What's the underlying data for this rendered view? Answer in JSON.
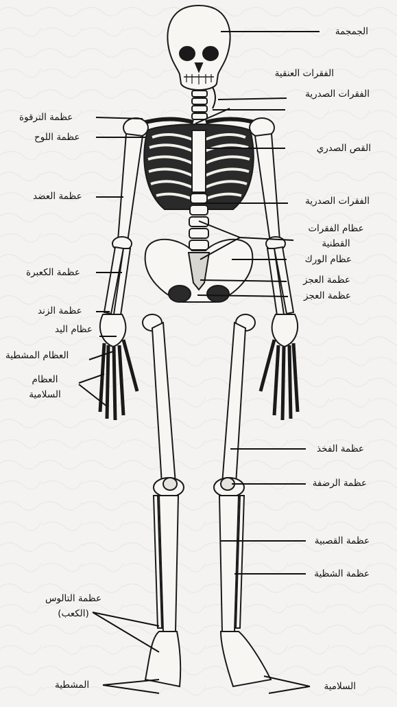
{
  "labels": {
    "skull": "الجمجمة",
    "cervical_vertebrae": "الفقرات العنقية",
    "thoracic_vertebrae_top": "الفقرات الصدرية",
    "collarbone": "عظمة الترقوة",
    "shoulder_blade": "عظمة اللوح",
    "sternum": "القص الصدري",
    "humerus": "عظمة العضد",
    "thoracic_vertebrae_mid": "الفقرات الصدرية",
    "lumbar_vertebrae": "عظام الفقرات القطنية",
    "hip_bones": "عظام الورك",
    "sacrum": "عظمة العجز",
    "coccyx": "عظمة العجز",
    "radius": "عظمة الكعبرة",
    "ulna": "عظمة الزند",
    "hand_bones": "عظام اليد",
    "metacarpals": "العظام المشطية",
    "phalanges_hand": "العظام السلامية",
    "femur": "عظمة الفخذ",
    "patella": "عظمة الرضفة",
    "tibia": "عظمة القصبية",
    "fibula": "عظمة الشظية",
    "talus": "عظمة التالوس (الكعب)",
    "metatarsals": "المشطية",
    "phalanges_foot": "السلامية"
  }
}
